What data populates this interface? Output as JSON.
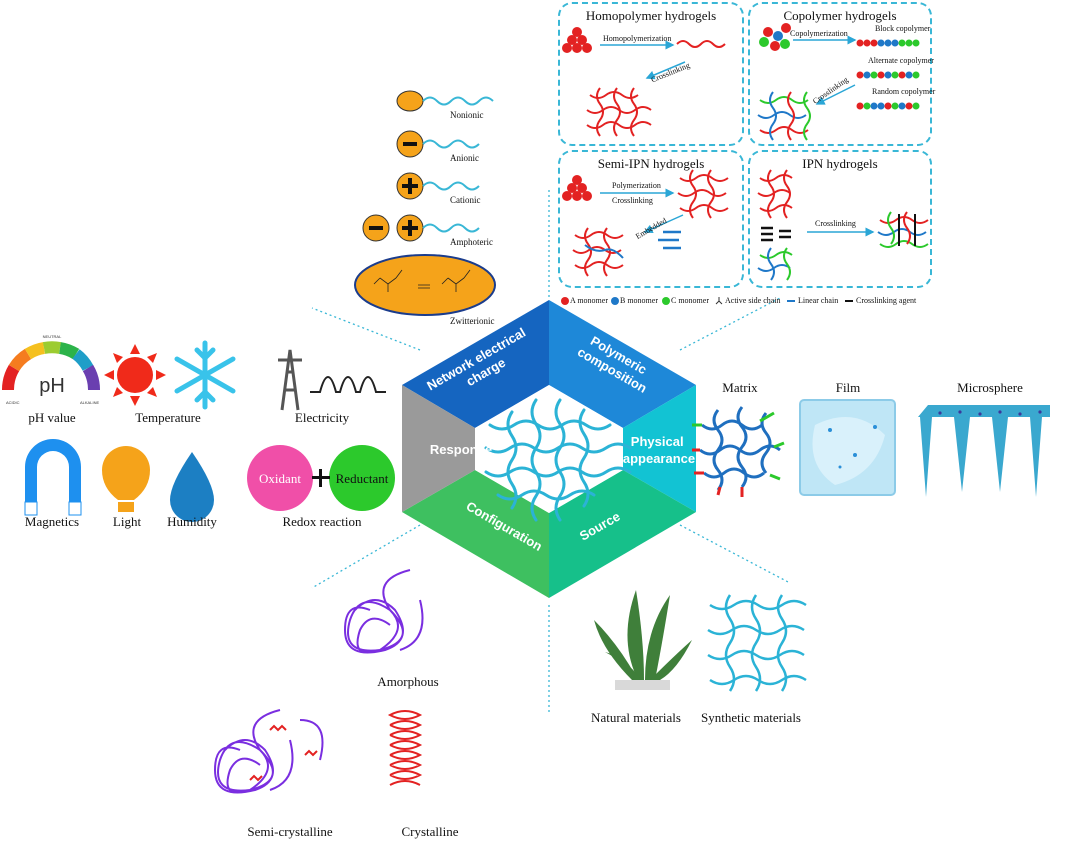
{
  "center": {
    "sectors": [
      {
        "key": "network",
        "lines": [
          "Network electrical",
          "charge"
        ],
        "color": "#1565c0"
      },
      {
        "key": "polymeric",
        "lines": [
          "Polymeric",
          "composition"
        ],
        "color": "#1e88d8"
      },
      {
        "key": "physical",
        "lines": [
          "Physical",
          "appearance"
        ],
        "color": "#12c3d3"
      },
      {
        "key": "source",
        "lines": [
          "Source"
        ],
        "color": "#16c08a"
      },
      {
        "key": "configuration",
        "lines": [
          "Configuration"
        ],
        "color": "#3ec060"
      },
      {
        "key": "response",
        "lines": [
          "Response"
        ],
        "color": "#9a9a9a"
      }
    ]
  },
  "charge": {
    "nonionic": "Nonionic",
    "anionic": "Anionic",
    "cationic": "Cationic",
    "amphoteric": "Amphoteric",
    "zwitterionic": "Zwitterionic"
  },
  "composition": {
    "homo": {
      "title": "Homopolymer hydrogels",
      "step1": "Homopolymerization",
      "step2": "Crosslinking"
    },
    "co": {
      "title": "Copolymer hydrogels",
      "step1": "Copolymerization",
      "block": "Block copolymer",
      "alternate": "Alternate copolymer",
      "random": "Random copolymer",
      "step2": "Crosslinking"
    },
    "semi": {
      "title": "Semi-IPN hydrogels",
      "step1": "Polymerization",
      "step2": "Crosslinking",
      "step3": "Embedded"
    },
    "ipn": {
      "title": "IPN hydrogels",
      "step1": "Crosslinking"
    },
    "legend": [
      "A monomer",
      "B monomer",
      "C monomer",
      "Active side chain",
      "Linear chain",
      "Crosslinking agent"
    ]
  },
  "response": {
    "ph_text": "pH",
    "ph_neutral": "NEUTRAL",
    "ph_acidic": "ACIDIC",
    "ph_alkaline": "ALKALINE",
    "ph": "pH value",
    "temperature": "Temperature",
    "electricity": "Electricity",
    "magnetics": "Magnetics",
    "light": "Light",
    "humidity": "Humidity",
    "redox": "Redox reaction",
    "oxidant": "Oxidant",
    "reductant": "Reductant"
  },
  "appearance": {
    "matrix": "Matrix",
    "film": "Film",
    "microsphere": "Microsphere"
  },
  "source": {
    "natural": "Natural materials",
    "synthetic": "Synthetic materials"
  },
  "configuration": {
    "amorphous": "Amorphous",
    "semi": "Semi-crystalline",
    "crystalline": "Crystalline"
  }
}
